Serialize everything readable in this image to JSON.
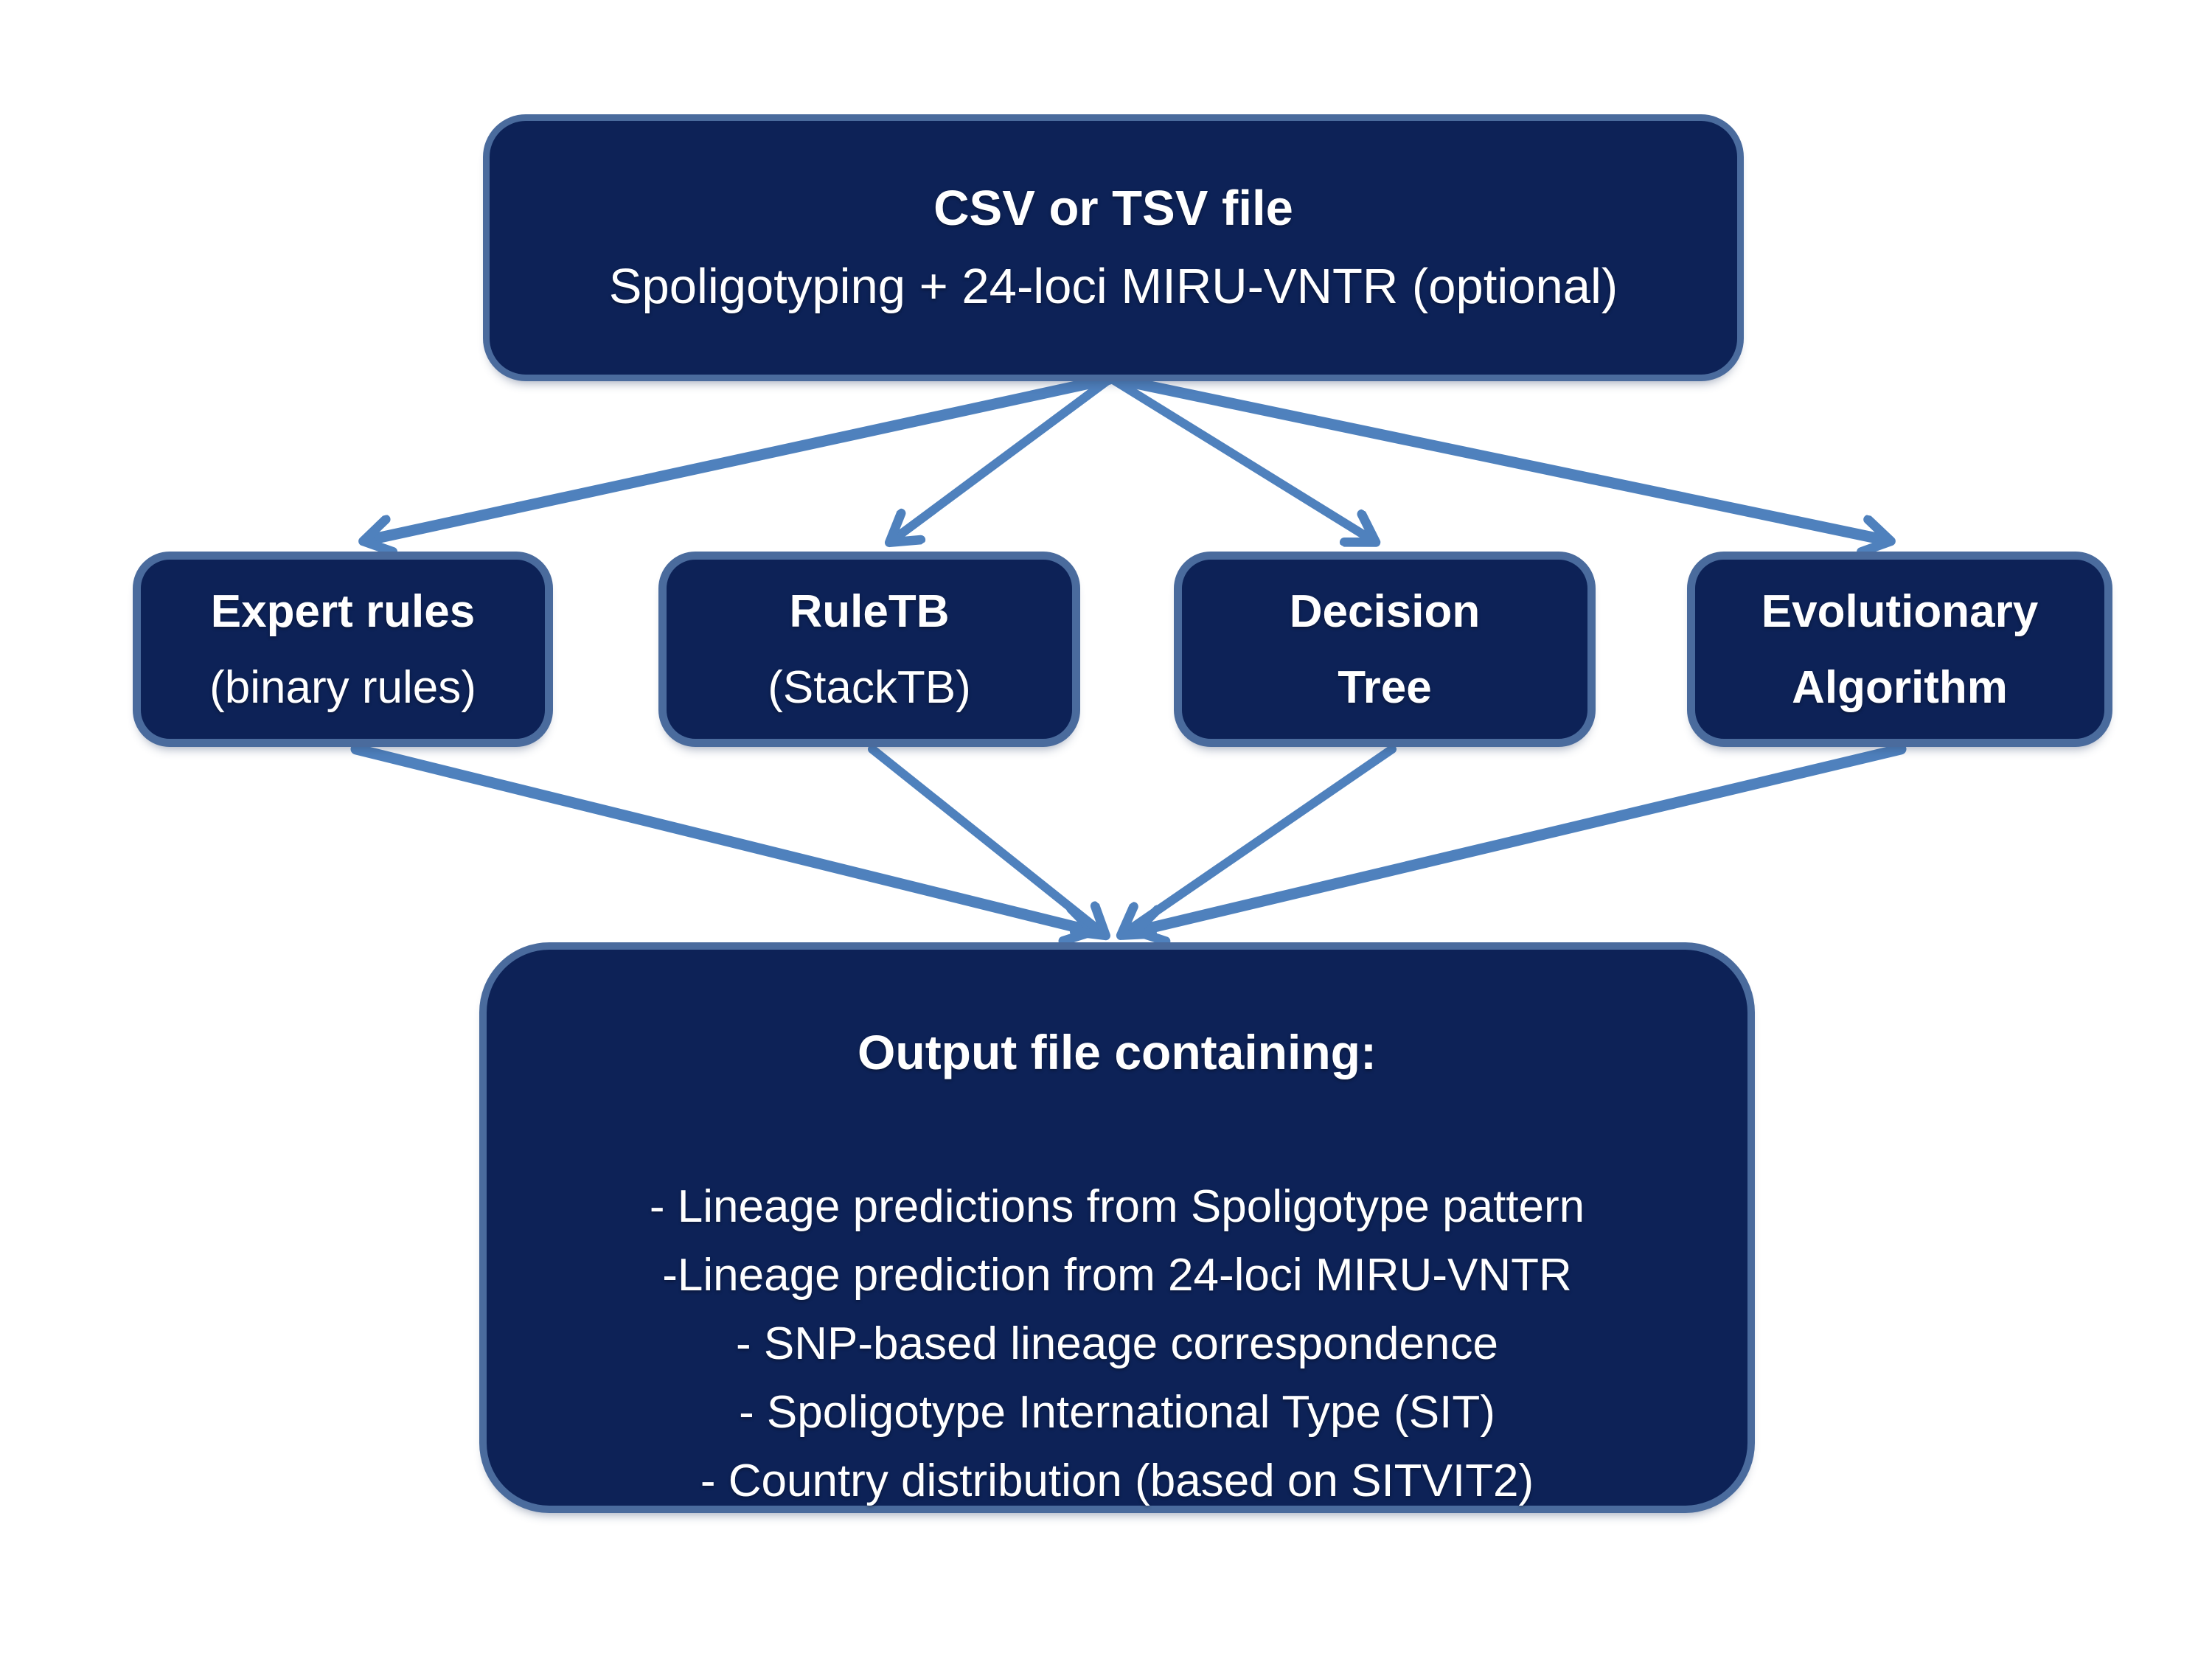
{
  "colors": {
    "background": "#ffffff",
    "box_fill": "#0d2257",
    "box_border": "#4a6b9d",
    "arrow": "#4f81bd",
    "text": "#ffffff"
  },
  "input_box": {
    "title": "CSV or TSV file",
    "subtitle": "Spoligotyping + 24-loci MIRU-VNTR (optional)"
  },
  "method_boxes": [
    {
      "line1": "Expert rules",
      "line2": "(binary rules)"
    },
    {
      "line1": "RuleTB",
      "line2": "(StackTB)"
    },
    {
      "line1": "Decision",
      "line2": "Tree"
    },
    {
      "line1": "Evolutionary",
      "line2": "Algorithm"
    }
  ],
  "output_box": {
    "title": "Output file containing:",
    "items": [
      "- Lineage predictions from Spoligotype pattern",
      "-Lineage prediction from 24-loci MIRU-VNTR",
      "- SNP-based lineage correspondence",
      "- Spoligotype International Type (SIT)",
      "- Country distribution (based on SITVIT2)"
    ]
  }
}
